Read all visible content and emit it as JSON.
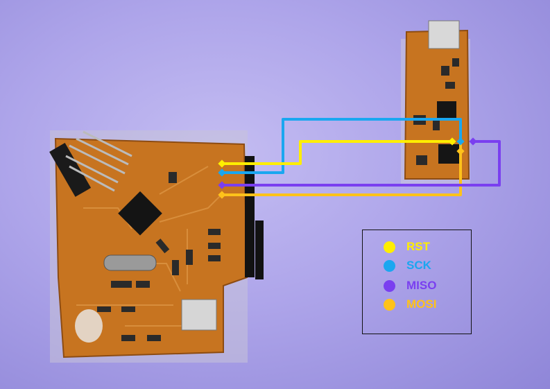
{
  "colors": {
    "background": "#b3aaed",
    "board": "#c9751e",
    "rst": "#ffee00",
    "sck": "#1aa7f0",
    "miso": "#7a3ff0",
    "mosi": "#ffc21a"
  },
  "legend": {
    "items": [
      {
        "label": "RST",
        "color": "#ffee00"
      },
      {
        "label": "SCK",
        "color": "#1aa7f0"
      },
      {
        "label": "MISO",
        "color": "#7a3ff0"
      },
      {
        "label": "MOSI",
        "color": "#ffc21a"
      }
    ]
  }
}
